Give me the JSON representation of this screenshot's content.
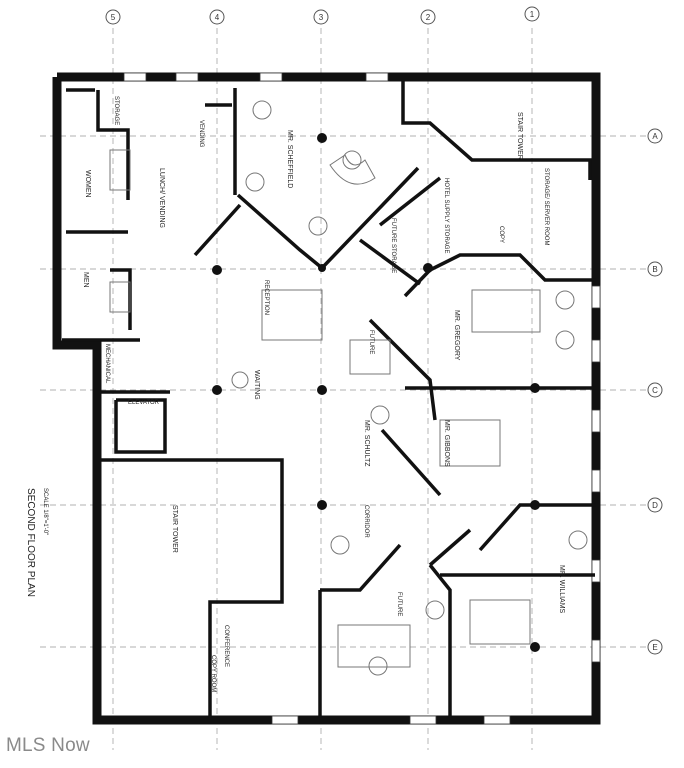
{
  "plan": {
    "title": "SECOND FLOOR PLAN",
    "scale": "SCALE 1/8\"=1'-0\""
  },
  "grid": {
    "columns": [
      "5",
      "4",
      "3",
      "2",
      "1"
    ],
    "rows": [
      "A",
      "B",
      "C",
      "D",
      "E"
    ]
  },
  "rooms": {
    "stair_tower_ne": "STAIR TOWER",
    "women": "WOMEN",
    "lunch_vending": "LUNCH/ VENDING",
    "storage": "STORAGE",
    "vending": "VENDING",
    "men": "MEN",
    "mechanical": "MECHANICAL",
    "mr_scheffield": "MR. SCHEFFIELD",
    "hotel_supply_storage": "HOTEL SUPPLY STORAGE",
    "storage_server": "STORAGE/ SERVER ROOM",
    "copy": "COPY",
    "future_storage": "FUTURE STORAGE",
    "mr_gregory": "MR. GREGORY",
    "future_mid": "FUTURE",
    "waiting": "WAITING",
    "reception": "RECEPTION",
    "elevator": "ELEVATOR",
    "mr_schultz": "MR. SCHULTZ",
    "mr_gibbons": "MR. GIBBONS",
    "stair_tower_sw": "STAIR TOWER",
    "conference": "CONFERENCE",
    "corridor": "CORRIDOR",
    "future_south": "FUTURE",
    "mr_williams": "MR. WILLIAMS",
    "copy_room": "COPY ROOM"
  },
  "watermark": "MLS Now"
}
